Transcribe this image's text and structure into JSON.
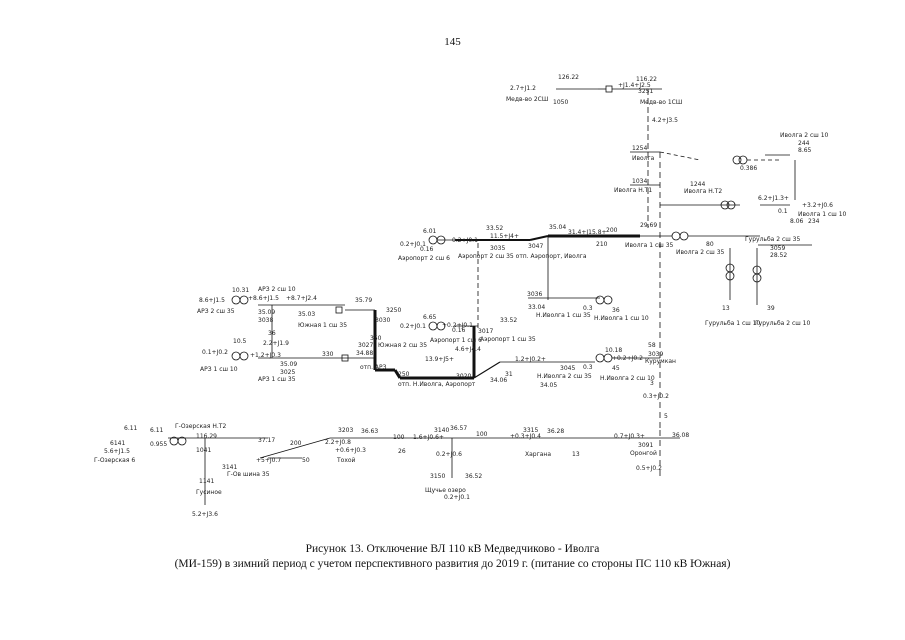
{
  "page": {
    "number": "145"
  },
  "caption": {
    "line1": "Рисунок 13. Отключение ВЛ 110 кВ Медведчиково - Иволга",
    "line2": "(МИ-159) в зимний период с учетом перспективного развития до 2019 г. (питание со стороны ПС 110 кВ Южная)"
  },
  "labels": [
    "126.22",
    "2.7+J1.2",
    "Медв-во 2СШ",
    "1050",
    "+J1.4+J2.5",
    "116.22",
    "3251",
    "Медв-во 1СШ",
    "4.2+J3.5",
    "1254",
    "Иволга",
    "0.386",
    "Иволга 2 сш 10",
    "244",
    "8.65",
    "1034",
    "Иволга Н.Т1",
    "1244",
    "Иволга Н.Т2",
    "6.2+J1.3+",
    "+3.2+J0.6",
    "0.1",
    "Иволга 1 сш 10",
    "8.06",
    "234",
    "35.04",
    "31.4+J15.8+",
    "200",
    "29.69",
    "Иволга 1 сш 35",
    "210",
    "Иволга 2 сш 35",
    "80",
    "Гурульба 2 сш 35",
    "3059",
    "28.52",
    "Гурульба 1 сш 10",
    "Гурульба 2 сш 10",
    "13",
    "39",
    "6.01",
    "0.2+J0.1",
    "33.52",
    "11.5+J4+",
    "0.2+J0.1",
    "0.16",
    "Аэропорт 2 сш 6",
    "3035",
    "Аэропорт 2 сш 35 отп. Аэропорт, Иволга",
    "3047",
    "10.31",
    "8.6+J1.5",
    "АРЗ 2 сш 35",
    "+8.6+J1.5",
    "+8.7+J2.4",
    "АРЗ 2 сш 10",
    "35.09",
    "35.79",
    "3250",
    "350",
    "36",
    "2.2+J1.9",
    "3038",
    "35.03",
    "Южная 1 сш 35",
    "3030",
    "6.65",
    "+0.2+J0.1",
    "0.2+J0.1",
    "0.16",
    "Аэропорт 1 сш 6",
    "3017",
    "Аэропорт 1 сш 35",
    "33.52",
    "3036",
    "33.04",
    "Н.Иволга 1 сш 35",
    "Н.Иволга 1 сш 10",
    "0.3",
    "36",
    "10.5",
    "0.1+J0.2",
    "+1.2+J0.3",
    "АРЗ 1 сш 35",
    "АРЗ 1 сш 10",
    "35.09",
    "3025",
    "330",
    "3027",
    "34.88",
    "Южная 2 сш 35",
    "250",
    "отп. АРЗ",
    "13.9+J5+",
    "4.6+J4.4",
    "отп. Н.Иволга, Аэропорт",
    "3020",
    "34.06",
    "31",
    "1.2+J0.2+",
    "3045",
    "Н.Иволга 2 сш 35",
    "10.18",
    "+0.2+J0.2",
    "Н.Иволга 2 сш 10",
    "34.05",
    "45",
    "0.3",
    "Курумкан",
    "3039",
    "58",
    "6.11",
    "6.11",
    "6141",
    "5.6+J1.5",
    "Г-Озерская Н.Т2",
    "116.29",
    "Г-Озерская 6",
    "0.955",
    "1041",
    "Г-Ов шина 35",
    "3141",
    "37.17",
    "200",
    "+5+J0.7",
    "50",
    "3203",
    "36.63",
    "2.2+J0.8",
    "+0.6+J0.3",
    "Тохой",
    "100",
    "26",
    "1.6+J0.6+",
    "3140",
    "36.57",
    "100",
    "3315",
    "36.28",
    "+0.3+J0.4",
    "Харгана",
    "13",
    "0.7+J0.3+",
    "36.08",
    "3091",
    "Оронгой",
    "1141",
    "Гусиное",
    "0.2+J0.6",
    "5.2+J3.6",
    "3150",
    "36.52",
    "Щучье озеро",
    "0.2+J0.1",
    "0.3+J0.2",
    "3",
    "5",
    "0.5+J0.2"
  ]
}
